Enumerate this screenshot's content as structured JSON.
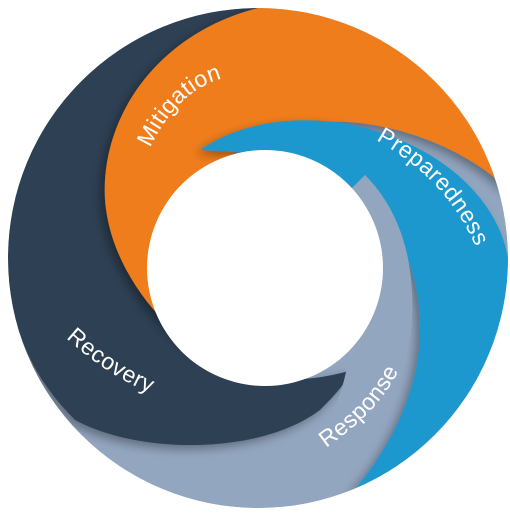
{
  "diagram": {
    "phases": [
      {
        "key": "mitigation",
        "label": "Mitigation",
        "color": "#f07d1a"
      },
      {
        "key": "preparedness",
        "label": "Preparedness",
        "color": "#1a98cf"
      },
      {
        "key": "response",
        "label": "Response",
        "color": "#93a6c0"
      },
      {
        "key": "recovery",
        "label": "Recovery",
        "color": "#2e4152"
      }
    ],
    "background": "#ffffff"
  }
}
